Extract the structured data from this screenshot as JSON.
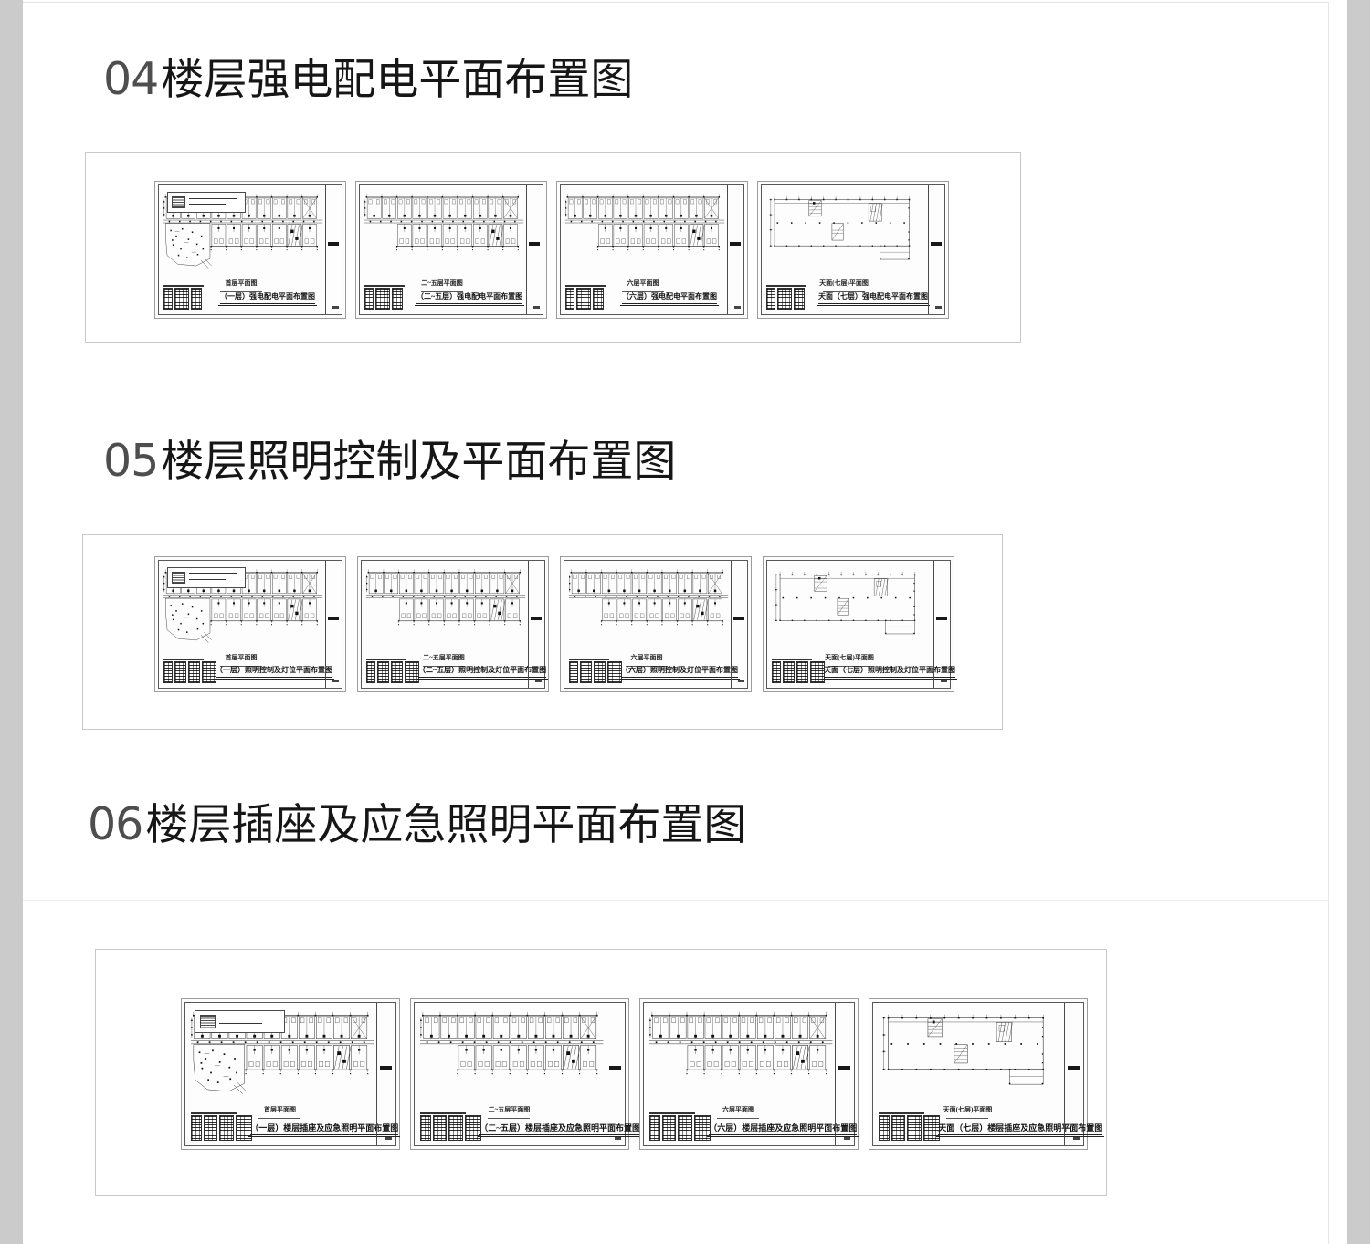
{
  "page": {
    "background": "#ffffff",
    "margin_color": "#cbcbcb",
    "rule_color": "#e3e3e3"
  },
  "sections": [
    {
      "number": "04",
      "title": "楼层强电配电平面布置图",
      "sheets": [
        {
          "caption": "（一层）强电配电平面布置图",
          "plan_label": "首层平面图",
          "plan_type": "ground",
          "has_note": true
        },
        {
          "caption": "（二~五层）强电配电平面布置图",
          "plan_label": "二~五层平面图",
          "plan_type": "typical",
          "has_note": false
        },
        {
          "caption": "（六层）强电配电平面布置图",
          "plan_label": "六层平面图",
          "plan_type": "typical",
          "has_note": false
        },
        {
          "caption": "天面（七层）强电配电平面布置图",
          "plan_label": "天面(七层)平面图",
          "plan_type": "roof",
          "has_note": false
        }
      ]
    },
    {
      "number": "05",
      "title": "楼层照明控制及平面布置图",
      "sheets": [
        {
          "caption": "（一层）照明控制及灯位平面布置图",
          "plan_label": "首层平面图",
          "plan_type": "ground",
          "has_note": true
        },
        {
          "caption": "（二~五层）照明控制及灯位平面布置图",
          "plan_label": "二~五层平面图",
          "plan_type": "typical",
          "has_note": false
        },
        {
          "caption": "（六层）照明控制及灯位平面布置图",
          "plan_label": "六层平面图",
          "plan_type": "typical",
          "has_note": false
        },
        {
          "caption": "天面（七层）照明控制及灯位平面布置图",
          "plan_label": "天面(七层)平面图",
          "plan_type": "roof",
          "has_note": false
        }
      ]
    },
    {
      "number": "06",
      "title": "楼层插座及应急照明平面布置图",
      "sheets": [
        {
          "caption": "（一层）楼层插座及应急照明平面布置图",
          "plan_label": "首层平面图",
          "plan_type": "ground",
          "has_note": true
        },
        {
          "caption": "（二~五层）楼层插座及应急照明平面布置图",
          "plan_label": "二~五层平面图",
          "plan_type": "typical",
          "has_note": false
        },
        {
          "caption": "（六层）楼层插座及应急照明平面布置图",
          "plan_label": "六层平面图",
          "plan_type": "typical",
          "has_note": false
        },
        {
          "caption": "天面（七层）楼层插座及应急照明平面布置图",
          "plan_label": "天面(七层)平面图",
          "plan_type": "roof",
          "has_note": false
        }
      ]
    }
  ]
}
